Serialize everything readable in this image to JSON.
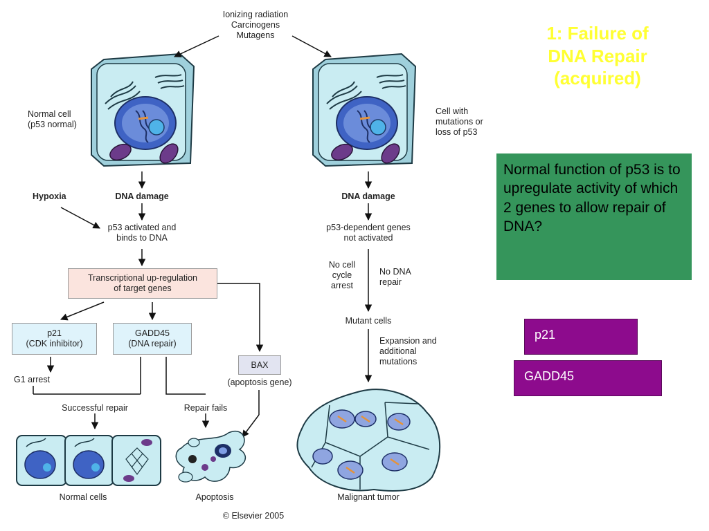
{
  "slide": {
    "title_lines": [
      "1: Failure of",
      "DNA Repair",
      "(acquired)"
    ],
    "question_text": "Normal function of p53  is to upregulate activity of which 2 genes to allow repair of DNA?",
    "answers": [
      "p21",
      "GADD45"
    ],
    "colors": {
      "title": "#ffff33",
      "question_bg": "#35955b",
      "answer_bg": "#8d0b8d",
      "cell_fill": "#c9ecf2",
      "nucleus": "#3f63c4"
    }
  },
  "diagram": {
    "agents": [
      "Ionizing radiation",
      "Carcinogens",
      "Mutagens"
    ],
    "left": {
      "cell_label": [
        "Normal cell",
        "(p53 normal)"
      ],
      "hypoxia": "Hypoxia",
      "dna_damage": "DNA damage",
      "p53_activated": [
        "p53 activated and",
        "binds to DNA"
      ],
      "transcription": [
        "Transcriptional up-regulation",
        "of target genes"
      ],
      "p21_box": [
        "p21",
        "(CDK inhibitor)"
      ],
      "gadd45_box": [
        "GADD45",
        "(DNA repair)"
      ],
      "bax_box": "BAX",
      "bax_caption": "(apoptosis gene)",
      "g1_arrest": "G1 arrest",
      "successful_repair": "Successful repair",
      "repair_fails": "Repair fails",
      "normal_cells": "Normal cells",
      "apoptosis": "Apoptosis"
    },
    "right": {
      "cell_label": [
        "Cell with",
        "mutations or",
        "loss of p53"
      ],
      "dna_damage": "DNA damage",
      "genes_not_activated": [
        "p53-dependent genes",
        "not activated"
      ],
      "no_cell_cycle_arrest": [
        "No cell",
        "cycle",
        "arrest"
      ],
      "no_dna_repair": [
        "No DNA",
        "repair"
      ],
      "mutant_cells": "Mutant cells",
      "expansion": [
        "Expansion and",
        "additional",
        "mutations"
      ],
      "malignant_tumor": "Malignant tumor"
    },
    "copyright": "© Elsevier 2005"
  }
}
